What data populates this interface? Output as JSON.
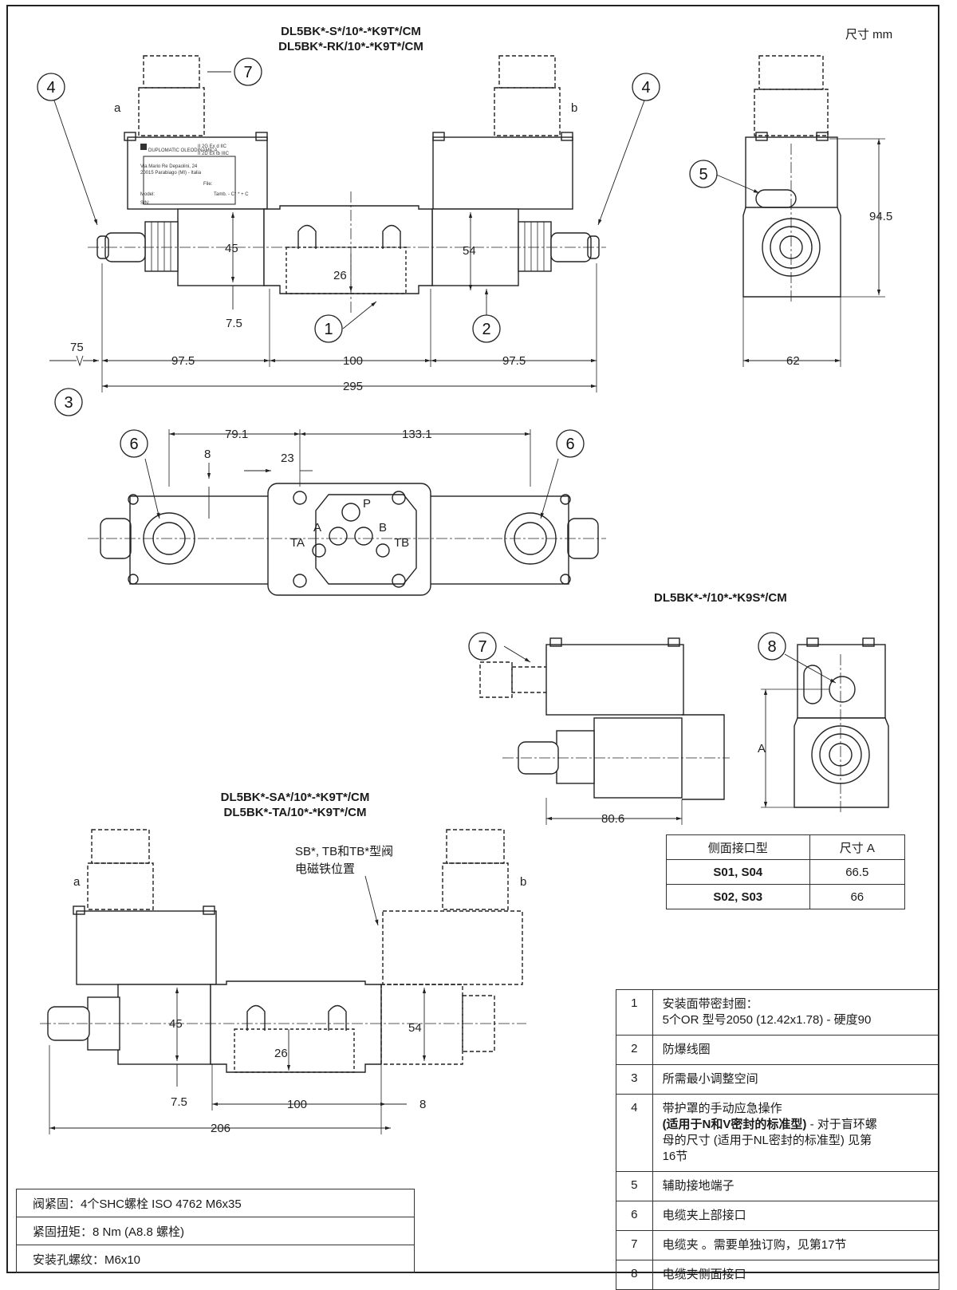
{
  "units_label": "尺寸 mm",
  "view_top": {
    "title_line1": "DL5BK*-S*/10*-*K9T*/CM",
    "title_line2": "DL5BK*-RK/10*-*K9T*/CM",
    "letter_a": "a",
    "letter_b": "b",
    "dim_45": "45",
    "dim_54": "54",
    "dim_26": "26",
    "dim_7_5": "7.5",
    "dim_75": "75",
    "dim_97_5_left": "97.5",
    "dim_100": "100",
    "dim_97_5_right": "97.5",
    "dim_295": "295",
    "dim_94_5": "94.5",
    "dim_62": "62",
    "callouts": [
      "1",
      "2",
      "3",
      "4",
      "4",
      "5",
      "7"
    ]
  },
  "view_plan": {
    "dim_79_1": "79.1",
    "dim_133_1": "133.1",
    "dim_8": "8",
    "dim_23": "23",
    "port_P": "P",
    "port_A": "A",
    "port_B": "B",
    "port_TA": "TA",
    "port_TB": "TB",
    "callouts": [
      "6",
      "6"
    ]
  },
  "view_k9s": {
    "title": "DL5BK*-*/10*-*K9S*/CM",
    "dim_80_6": "80.6",
    "dim_A": "A",
    "callouts": [
      "7",
      "8"
    ]
  },
  "port_table": {
    "headers": [
      "侧面接口型",
      "尺寸 A"
    ],
    "rows": [
      [
        "S01, S04",
        "66.5"
      ],
      [
        "S02, S03",
        "66"
      ]
    ]
  },
  "view_sa": {
    "title_line1": "DL5BK*-SA*/10*-*K9T*/CM",
    "title_line2": "DL5BK*-TA/10*-*K9T*/CM",
    "note_line1": "SB*, TB和TB*型阀",
    "note_line2": "电磁铁位置",
    "letter_a": "a",
    "letter_b": "b",
    "dim_45": "45",
    "dim_54": "54",
    "dim_26": "26",
    "dim_7_5": "7.5",
    "dim_100": "100",
    "dim_8": "8",
    "dim_206": "206"
  },
  "coil_label": {
    "brand": "DUPLOMATIC OLEODINAMICA",
    "line_ex1": "II 2G Ex d IIC",
    "line_ex2": "II 2D Ex tb IIIC",
    "address1": "Via Mario Re Depaolini, 24",
    "address2": "20015 Parabiago (MI) - Italia",
    "file": "File:",
    "model": "Model:",
    "tamb": "Tamb.  -  C° *  +  C",
    "sn": "S/N:"
  },
  "legend": [
    {
      "num": "1",
      "lines": [
        "安装面带密封圈：",
        "5个OR 型号2050 (12.42x1.78) - 硬度90"
      ]
    },
    {
      "num": "2",
      "lines": [
        "防爆线圈"
      ]
    },
    {
      "num": "3",
      "lines": [
        "所需最小调整空间"
      ]
    },
    {
      "num": "4",
      "lines": [
        "带护罩的手动应急操作",
        "(适用于N和V密封的标准型)",
        " - 对于盲环螺",
        "母的尺寸 (适用于NL密封的标准型) 见第",
        "16节"
      ]
    },
    {
      "num": "5",
      "lines": [
        "辅助接地端子"
      ]
    },
    {
      "num": "6",
      "lines": [
        "电缆夹上部接口"
      ]
    },
    {
      "num": "7",
      "lines": [
        "电缆夹 。需要单独订购，见第17节"
      ]
    },
    {
      "num": "8",
      "lines": [
        "电缆夹侧面接口"
      ]
    }
  ],
  "mounting": [
    "阀紧固：4个SHC螺栓 ISO 4762 M6x35",
    "紧固扭矩：8 Nm (A8.8 螺栓)",
    "安装孔螺纹：M6x10"
  ]
}
